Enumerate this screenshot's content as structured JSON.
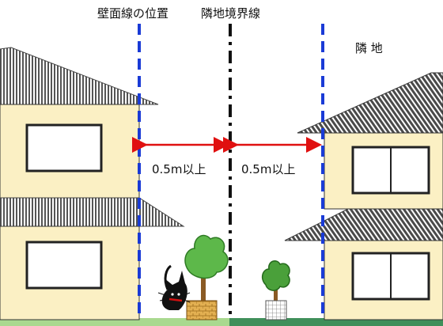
{
  "labels": {
    "wall_line_position": "壁面線の位置",
    "boundary_line": "隣地境界線",
    "neighbor_land": "隣 地",
    "distance_left": "0.5m以上",
    "distance_right": "0.5m以上"
  },
  "colors": {
    "house_wall": "#fbf0c4",
    "roof": "#4f4f4f",
    "window_frame": "#3a3a3a",
    "window_glass": "#ffffff",
    "wall_line": "#1a3bd6",
    "boundary_line": "#111111",
    "arrow": "#e01010",
    "ground_left": "#a9d98f",
    "ground_right": "#3f8f5a",
    "tree_foliage": "#5db84a",
    "planter": "#d8a040",
    "cat": "#111111"
  },
  "icons": {
    "cat": "cat-illustration",
    "tree_left": "tree-in-planter",
    "tree_right": "shrub-in-pot"
  }
}
